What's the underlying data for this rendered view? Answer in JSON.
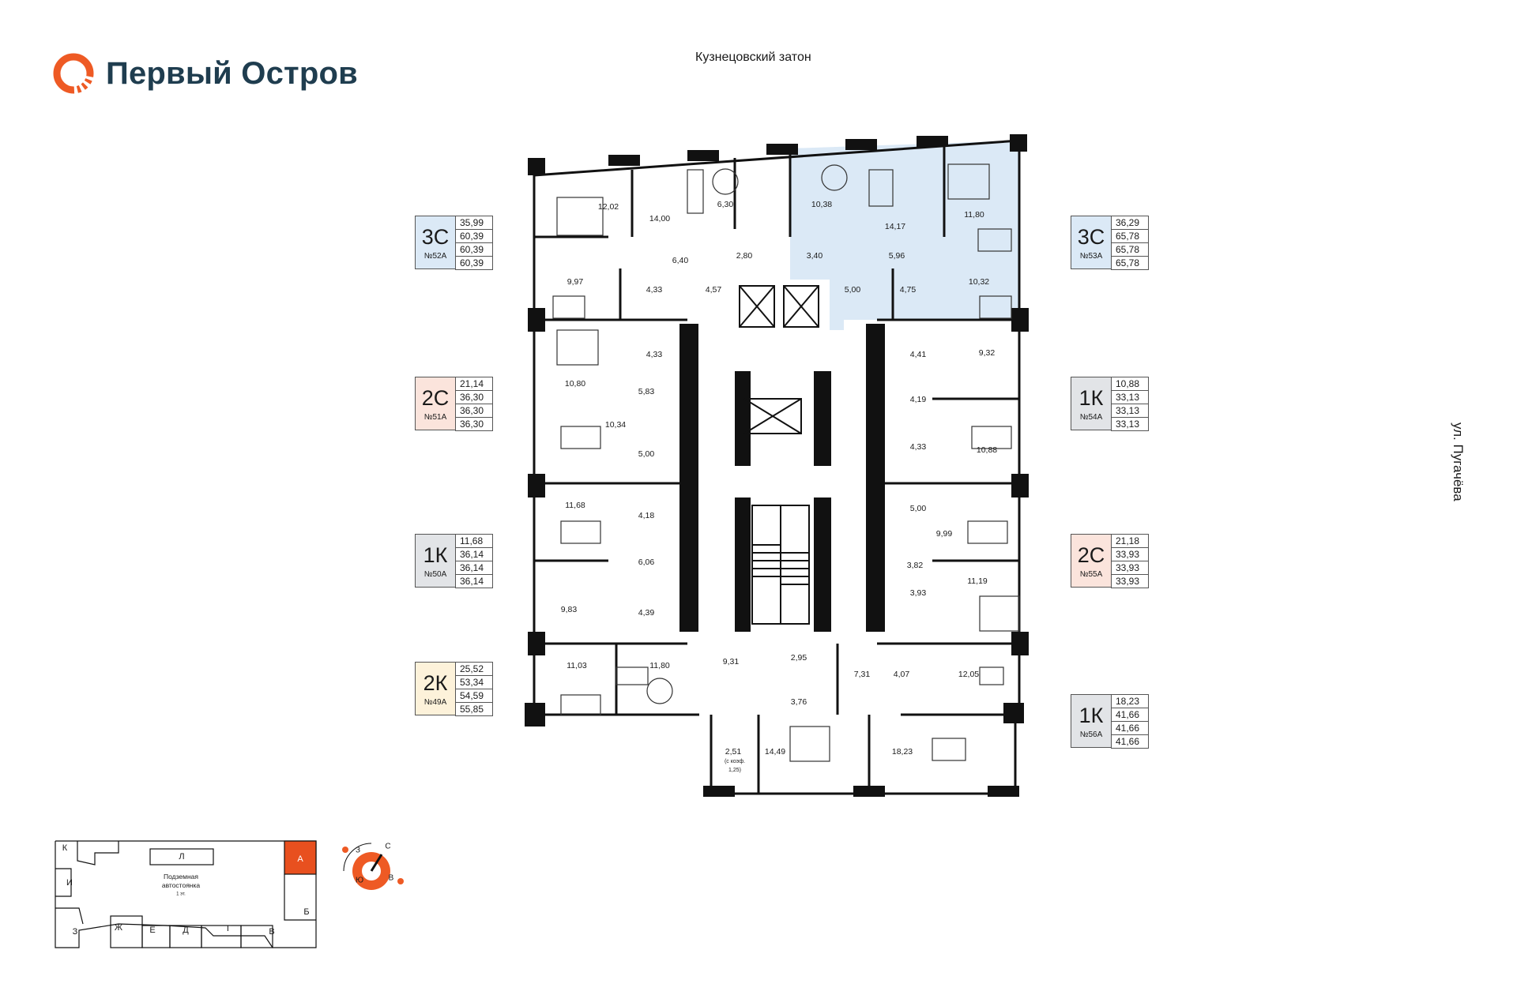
{
  "logo": {
    "text": "Первый Остров",
    "icon": "circular-arrows-logo-icon",
    "color": "#ee5a24"
  },
  "top_label": "Кузнецовский затон",
  "street_label": "ул. Пугачёва",
  "apartments": {
    "a52": {
      "type": "3С",
      "num": "№52А",
      "areas": [
        "35,99",
        "60,39",
        "60,39",
        "60,39"
      ],
      "color": "#dbe9f6"
    },
    "a51": {
      "type": "2С",
      "num": "№51А",
      "areas": [
        "21,14",
        "36,30",
        "36,30",
        "36,30"
      ],
      "color": "#fbe4dc"
    },
    "a50": {
      "type": "1К",
      "num": "№50А",
      "areas": [
        "11,68",
        "36,14",
        "36,14",
        "36,14"
      ],
      "color": "#e2e4e7"
    },
    "a49": {
      "type": "2К",
      "num": "№49А",
      "areas": [
        "25,52",
        "53,34",
        "54,59",
        "55,85"
      ],
      "color": "#fdf2da"
    },
    "a53": {
      "type": "3С",
      "num": "№53А",
      "areas": [
        "36,29",
        "65,78",
        "65,78",
        "65,78"
      ],
      "color": "#dbe9f6"
    },
    "a54": {
      "type": "1К",
      "num": "№54А",
      "areas": [
        "10,88",
        "33,13",
        "33,13",
        "33,13"
      ],
      "color": "#e2e4e7"
    },
    "a55": {
      "type": "2С",
      "num": "№55А",
      "areas": [
        "21,18",
        "33,93",
        "33,93",
        "33,93"
      ],
      "color": "#fbe4dc"
    },
    "a56": {
      "type": "1К",
      "num": "№56А",
      "areas": [
        "18,23",
        "41,66",
        "41,66",
        "41,66"
      ],
      "color": "#e2e4e7"
    }
  },
  "rooms": {
    "r01": "12,02",
    "r02": "14,00",
    "r03": "6,30",
    "r04": "10,38",
    "r05": "14,17",
    "r06": "11,80",
    "r07": "6,40",
    "r08": "2,80",
    "r09": "3,40",
    "r10": "5,96",
    "r11": "9,97",
    "r12": "4,33",
    "r13": "4,57",
    "r14": "5,00",
    "r15": "4,75",
    "r16": "10,32",
    "r17": "4,33",
    "r18": "10,80",
    "r19": "5,83",
    "r20": "4,41",
    "r21": "9,32",
    "r22": "10,34",
    "r23": "5,00",
    "r24": "4,19",
    "r25": "4,33",
    "r26": "10,88",
    "r27": "11,68",
    "r28": "4,18",
    "r29": "5,00",
    "r30": "9,99",
    "r31": "6,06",
    "r32": "3,82",
    "r33": "9,83",
    "r34": "4,39",
    "r35": "3,93",
    "r36": "11,19",
    "r37": "11,03",
    "r38": "11,80",
    "r39": "9,31",
    "r40": "2,95",
    "r41": "7,31",
    "r42": "4,07",
    "r43": "12,05",
    "r44": "3,76",
    "r45": "2,51",
    "r46": "14,49",
    "r47": "18,23"
  },
  "balcony_note": "(с коэф. 1,25)",
  "key_plan": {
    "sections": [
      "К",
      "Л",
      "А",
      "И",
      "Б",
      "З",
      "Ж",
      "Е",
      "Д",
      "Г",
      "В"
    ],
    "parking": "Подземная автостоянка",
    "parking_level": "1 эт.",
    "highlight_color": "#e8501f"
  },
  "compass": {
    "north": "С",
    "south": "Ю",
    "west": "З",
    "east": "В",
    "accent": "#ee5a24"
  }
}
